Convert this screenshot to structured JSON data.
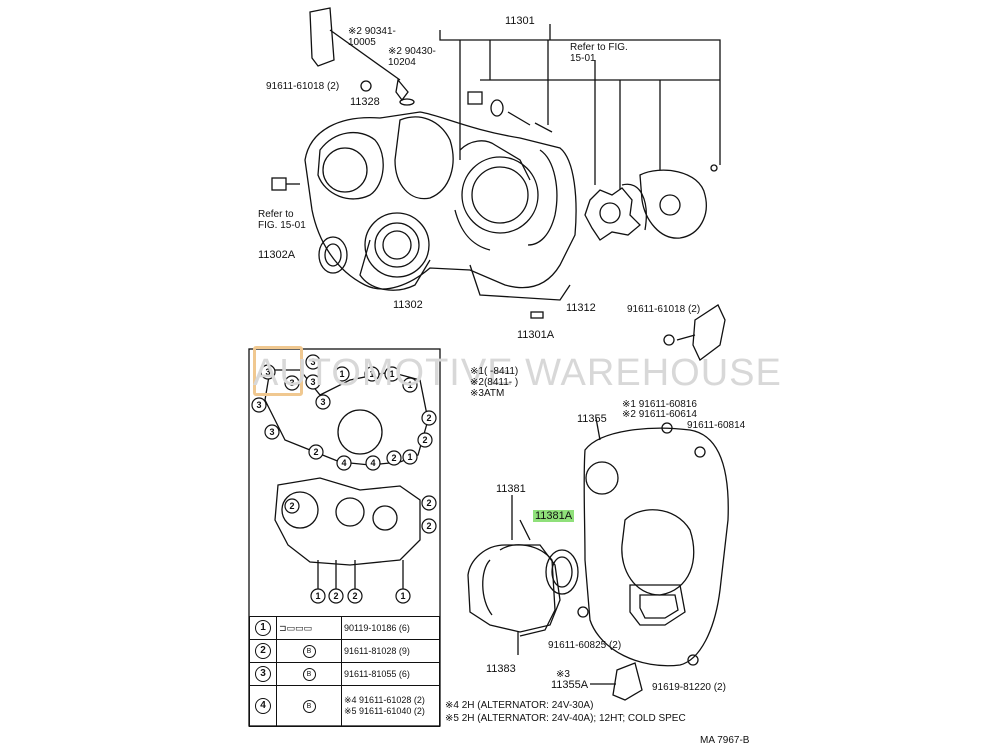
{
  "labels": {
    "p11301": "11301",
    "star2_90341": "※2 90341-10005",
    "star2_90430": "※2 90430-10204",
    "refer_fig_top": "Refer to FIG. 15-01",
    "bolt_91611_61018_left": "91611-61018 (2)",
    "p11328": "11328",
    "refer_fig_left": "Refer to FIG. 15-01",
    "p11302A": "11302A",
    "p11302": "11302",
    "p11301A": "11301A",
    "p11312": "11312",
    "bolt_91611_61018_right": "91611-61018 (2)",
    "p11355": "11355",
    "p11381": "11381",
    "p11381A": "11381A",
    "p11383": "11383",
    "star1_91611_60816": "※1 91611-60816",
    "star2_91611_60614": "※2 91611-60614",
    "bolt_91611_60814": "91611-60814",
    "bolt_91611_60825": "91611-60825 (2)",
    "star3": "※3",
    "p11355A": "11355A",
    "bolt_91619_81220": "91619-81220 (2)",
    "ref_code": "MA 7967-B"
  },
  "notes": {
    "n1": "※1(    -8411)",
    "n2": "※2(8411-      )",
    "n3": "※3ATM"
  },
  "footnotes": {
    "f4": "※4 2H (ALTERNATOR: 24V-30A)",
    "f5": "※5 2H (ALTERNATOR: 24V-40A); 12HT; COLD SPEC"
  },
  "watermark": "AUTOMOTIVE WAREHOUSE",
  "bolt_table": [
    {
      "key": "1",
      "part": "90119-10186 (6)"
    },
    {
      "key": "2",
      "part": "91611-81028 (9)"
    },
    {
      "key": "3",
      "part": "91611-81055 (6)"
    },
    {
      "key": "4",
      "part": "※4 91611-61028 (2)",
      "part2": "※5 91611-61040 (2)"
    }
  ],
  "callouts": {
    "c1": "1",
    "c2": "2",
    "c3": "3",
    "c4": "4"
  },
  "colors": {
    "highlight": "#8fe07a",
    "watermark": "#d8d8d8",
    "line": "#111111"
  }
}
